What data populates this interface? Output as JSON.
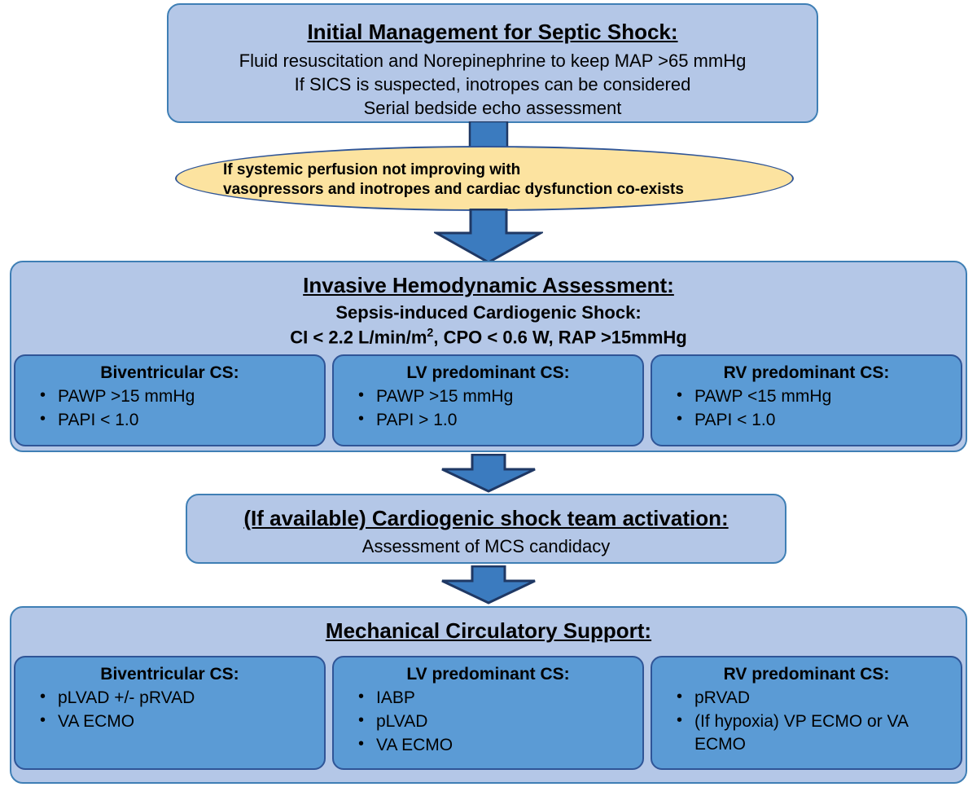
{
  "diagram": {
    "title": "Septic shock / sepsis-induced cardiogenic shock management algorithm",
    "colors": {
      "outer_box_fill": "#b4c7e7",
      "outer_box_stroke": "#3f7fb5",
      "inner_box_fill": "#5b9bd5",
      "inner_box_stroke": "#2f5597",
      "decision_fill": "#fce3a0",
      "decision_stroke": "#2f5597",
      "arrow_fill": "#3b7bbf",
      "arrow_stroke": "#1f3864"
    }
  },
  "step1": {
    "heading": "Initial Management for Septic Shock:",
    "lines": [
      "Fluid resuscitation and Norepinephrine to keep MAP >65 mmHg",
      "If SICS is suspected, inotropes can be considered",
      "Serial bedside echo assessment"
    ]
  },
  "decision": {
    "line1": "If systemic perfusion not improving with",
    "line2": "vasopressors and inotropes and cardiac dysfunction co-exists"
  },
  "step2": {
    "heading": "Invasive Hemodynamic Assessment:",
    "subheading": "Sepsis-induced Cardiogenic Shock:",
    "criteria_prefix": "CI < 2.2 L/min/m",
    "criteria_sup": "2",
    "criteria_suffix": ", CPO < 0.6 W, RAP >15mmHg",
    "columns": [
      {
        "title": "Biventricular CS:",
        "items": [
          "PAWP >15 mmHg",
          "PAPI < 1.0"
        ]
      },
      {
        "title": "LV predominant CS:",
        "items": [
          "PAWP >15 mmHg",
          "PAPI > 1.0"
        ]
      },
      {
        "title": "RV predominant CS:",
        "items": [
          "PAWP <15 mmHg",
          "PAPI < 1.0"
        ]
      }
    ]
  },
  "step3": {
    "heading": "(If available) Cardiogenic shock team activation:",
    "line": "Assessment of MCS candidacy"
  },
  "step4": {
    "heading": "Mechanical Circulatory Support:",
    "columns": [
      {
        "title": "Biventricular CS:",
        "items": [
          "pLVAD +/- pRVAD",
          "VA ECMO"
        ]
      },
      {
        "title": "LV predominant CS:",
        "items": [
          "IABP",
          "pLVAD",
          "VA ECMO"
        ]
      },
      {
        "title": "RV predominant CS:",
        "items": [
          "pRVAD",
          "(If hypoxia) VP ECMO or VA ECMO"
        ]
      }
    ]
  },
  "arrows": {
    "a1": "arrow-down-step1-to-decision",
    "a2": "arrow-down-decision-to-step2",
    "a3": "arrow-down-step2-to-step3",
    "a4": "arrow-down-step3-to-step4"
  }
}
